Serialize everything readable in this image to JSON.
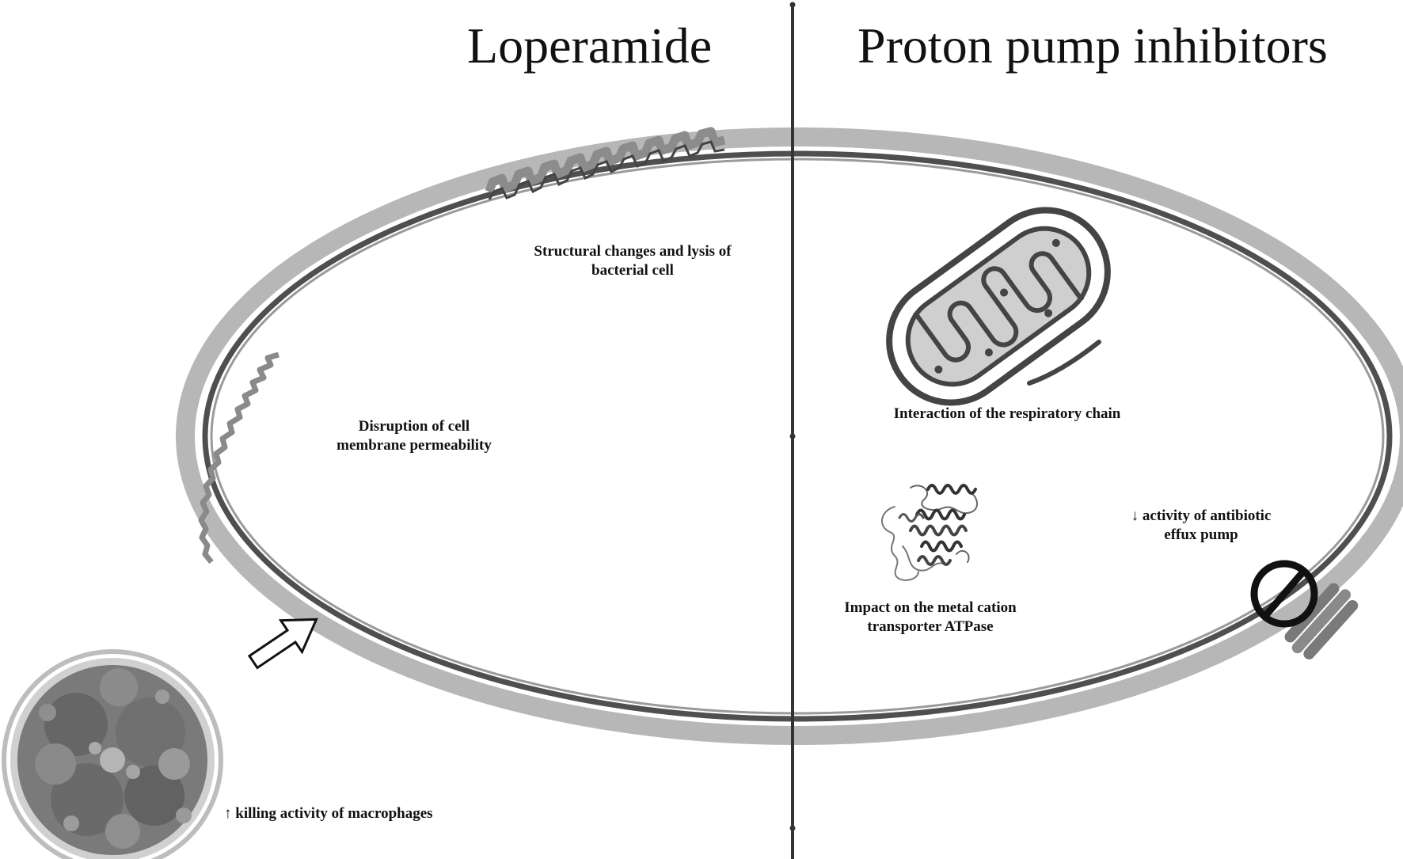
{
  "headings": {
    "left": "Loperamide",
    "right": "Proton pump inhibitors"
  },
  "labels": {
    "structural_changes": [
      "Structural changes and lysis of",
      "bacterial cell"
    ],
    "membrane_permeability": [
      "Disruption of cell",
      "membrane permeability"
    ],
    "respiratory_chain": "Interaction of the respiratory chain",
    "metal_cation": [
      "Impact on the metal cation",
      "transporter ATPase"
    ],
    "efflux_pump": [
      "↓ activity of antibiotic",
      "effux pump"
    ],
    "macrophages": "↑ killing activity of macrophages"
  },
  "icons": {
    "mitochondrion": "mitochondrion-icon",
    "atpase_protein": "protein-structure-icon",
    "efflux_pump_blocked": "prohibition-icon",
    "macrophage": "macrophage-icon",
    "arrow": "outline-arrow-icon"
  },
  "colors": {
    "outer_wall": "#b7b7b7",
    "inner_membrane": "#555555",
    "divider": "#333333",
    "macrophage": "#6e6e6e"
  }
}
